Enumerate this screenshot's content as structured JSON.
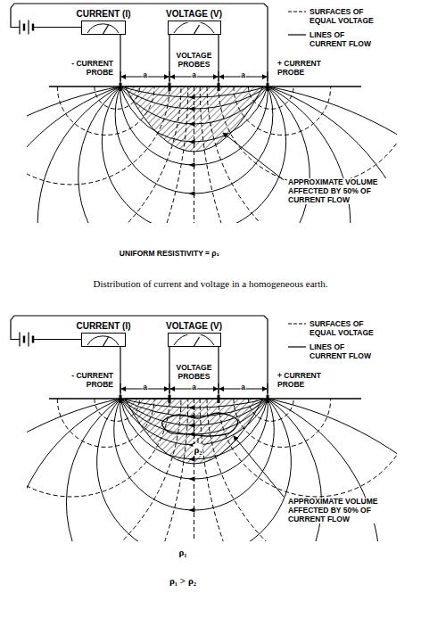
{
  "diagram": {
    "caption": "Distribution of current and voltage in a homogeneous earth.",
    "nodes": [
      {
        "text": [
          "CURRENT (I)"
        ]
      },
      {
        "text": [
          "VOLTAGE (V)"
        ]
      },
      {
        "text": [
          "CURRENT (I)"
        ]
      },
      {
        "text": [
          "VOLTAGE (V)"
        ]
      }
    ],
    "labels": [
      "- CURRENT PROBE",
      "VOLTAGE PROBES",
      "+ CURRENT PROBE",
      "a",
      "a",
      "a",
      "APPROXIMATE VOLUME AFFECTED BY 50% OF CURRENT FLOW",
      "UNIFORM RESISTIVITY = ρ₁",
      "- CURRENT PROBE",
      "VOLTAGE PROBES",
      "+ CURRENT PROBE",
      "a",
      "a",
      "a",
      "ρ₂",
      "APPROXIMATE VOLUME AFFECTED BY 50% OF CURRENT FLOW",
      "ρ₁",
      "ρ₁ > ρ₂"
    ],
    "legend": [
      {
        "text": "SURFACES OF EQUAL VOLTAGE"
      },
      {
        "text": "LINES OF CURRENT FLOW"
      },
      {
        "text": "SURFACES OF EQUAL VOLTAGE"
      },
      {
        "text": "LINES OF CURRENT FLOW"
      }
    ]
  }
}
